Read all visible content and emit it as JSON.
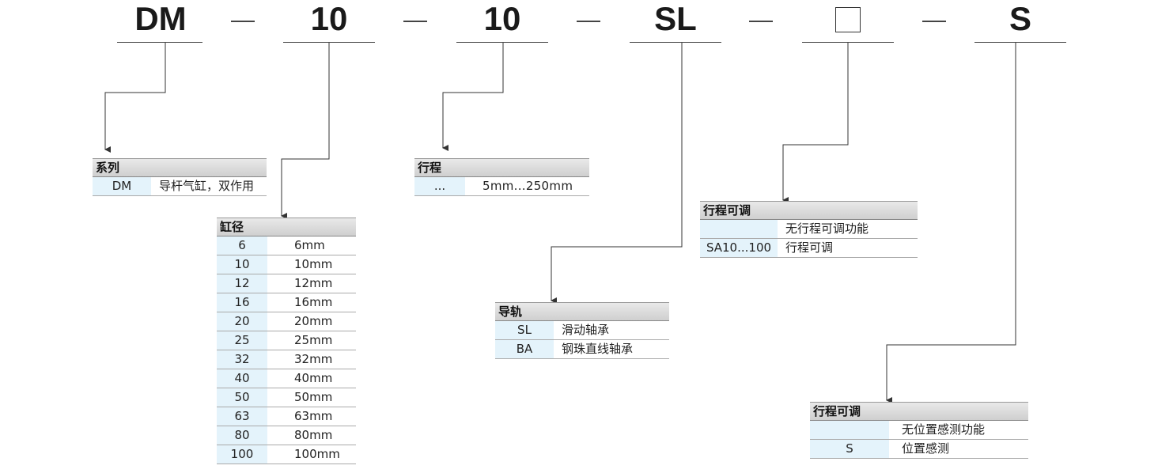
{
  "code": {
    "segments": [
      "DM",
      "10",
      "10",
      "SL",
      "",
      "S"
    ],
    "separator": "—"
  },
  "tables": {
    "series": {
      "title": "系列",
      "rows": [
        {
          "code": "DM",
          "desc": "导杆气缸，双作用"
        }
      ]
    },
    "bore": {
      "title": "缸径",
      "rows": [
        {
          "code": "6",
          "desc": "6mm"
        },
        {
          "code": "10",
          "desc": "10mm"
        },
        {
          "code": "12",
          "desc": "12mm"
        },
        {
          "code": "16",
          "desc": "16mm"
        },
        {
          "code": "20",
          "desc": "20mm"
        },
        {
          "code": "25",
          "desc": "25mm"
        },
        {
          "code": "32",
          "desc": "32mm"
        },
        {
          "code": "40",
          "desc": "40mm"
        },
        {
          "code": "50",
          "desc": "50mm"
        },
        {
          "code": "63",
          "desc": "63mm"
        },
        {
          "code": "80",
          "desc": "80mm"
        },
        {
          "code": "100",
          "desc": "100mm"
        }
      ]
    },
    "stroke": {
      "title": "行程",
      "rows": [
        {
          "code": "...",
          "desc": "5mm...250mm"
        }
      ]
    },
    "guide": {
      "title": "导轨",
      "rows": [
        {
          "code": "SL",
          "desc": "滑动轴承"
        },
        {
          "code": "BA",
          "desc": "钢珠直线轴承"
        }
      ]
    },
    "stroke_adjust": {
      "title": "行程可调",
      "rows": [
        {
          "code": "",
          "desc": "无行程可调功能"
        },
        {
          "code": "SA10...100",
          "desc": "行程可调"
        }
      ]
    },
    "sensor": {
      "title": "行程可调",
      "rows": [
        {
          "code": "",
          "desc": "无位置感测功能"
        },
        {
          "code": "S",
          "desc": "位置感测"
        }
      ]
    }
  },
  "colors": {
    "code_cell_bg": "#e4f3fb",
    "header_bg": "#d9d9d9",
    "line": "#333333"
  }
}
